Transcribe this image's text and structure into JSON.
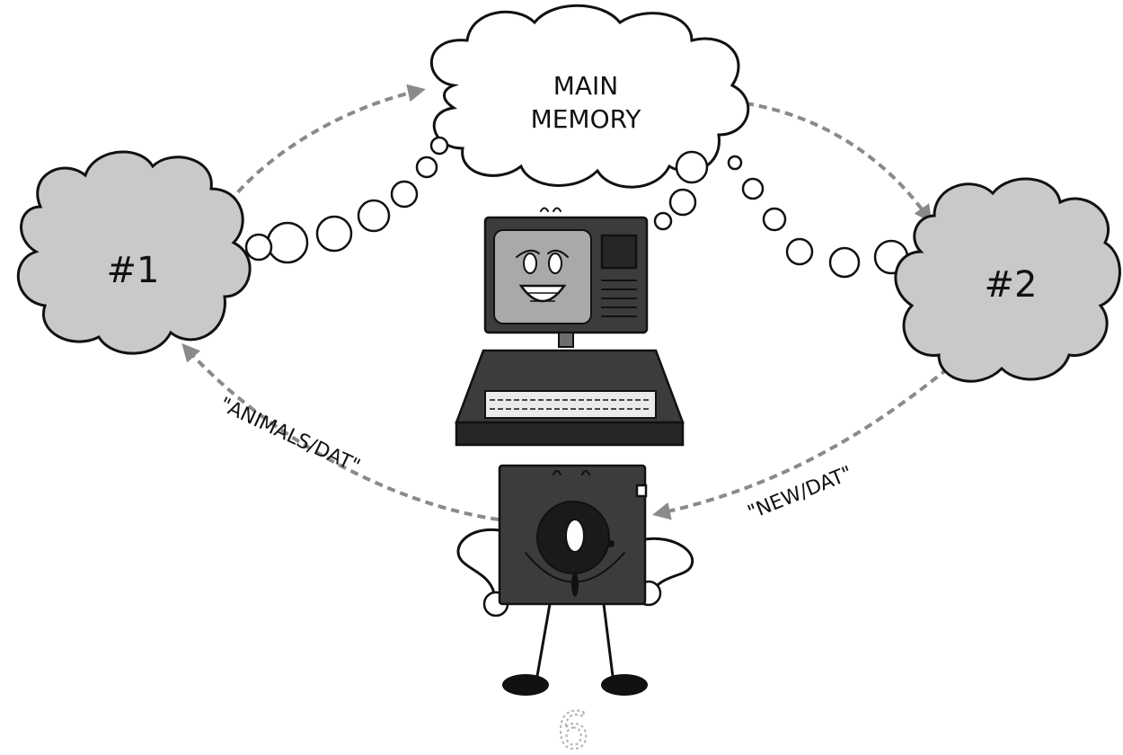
{
  "diagram": {
    "nodes": {
      "main_memory": {
        "line1": "MAIN",
        "line2": "MEMORY"
      },
      "window_1": {
        "label": "#1"
      },
      "window_2": {
        "label": "#2"
      }
    },
    "edges": {
      "from_disk_to_window_1": {
        "label": "\"ANIMALS/DAT\""
      },
      "from_window_2_to_disk": {
        "label": "\"NEW/DAT\""
      }
    },
    "page_number": "6"
  },
  "colors": {
    "cloud_grey": "#c9c9c9",
    "arrow_grey": "#8a8a8a",
    "ink": "#111111"
  }
}
